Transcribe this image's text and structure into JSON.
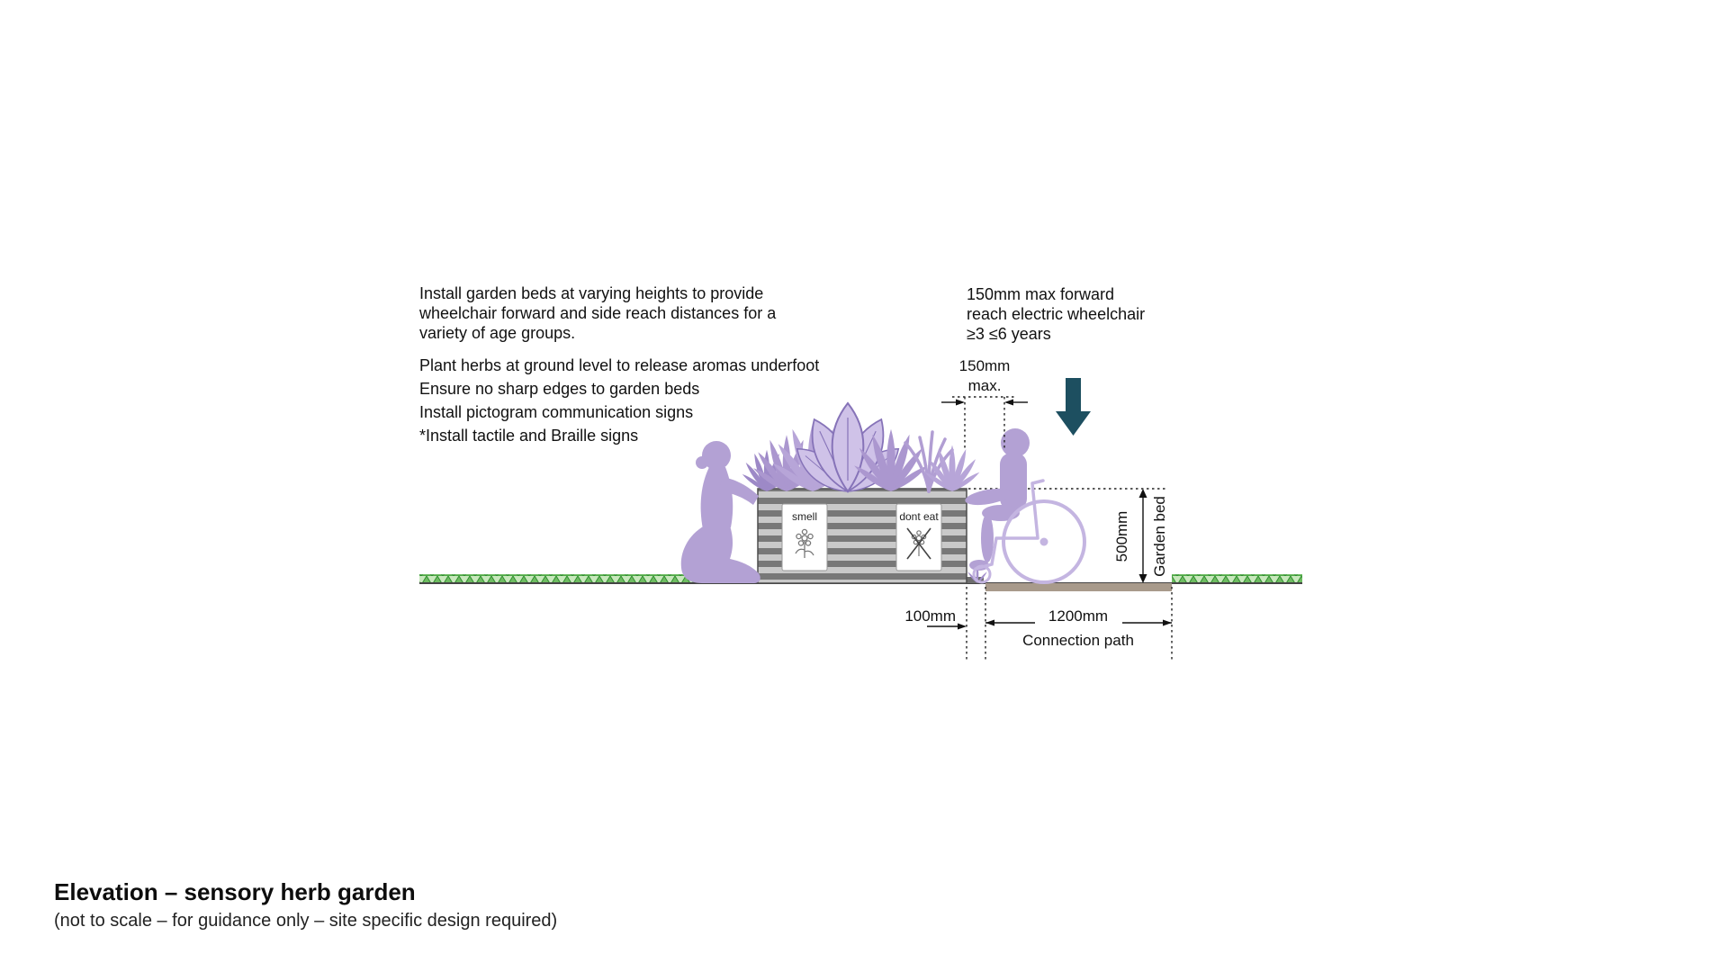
{
  "diagram": {
    "notes_paragraph": [
      "Install garden beds at varying heights to provide",
      "wheelchair forward and side reach distances for a",
      "variety of age groups."
    ],
    "notes": [
      "Plant herbs at ground level to release aromas underfoot",
      "Ensure no sharp edges to garden beds",
      "Install pictogram communication signs",
      "*Install tactile and Braille signs"
    ],
    "reach_note": [
      "150mm max forward",
      "reach electric wheelchair",
      "≥3 ≤6 years"
    ],
    "dim_reach": [
      "150mm",
      "max."
    ],
    "dim_height": "500mm",
    "bed_label": "Garden bed",
    "dim_gap": "100mm",
    "dim_path": "1200mm",
    "path_label": "Connection path",
    "signs": {
      "smell": "smell",
      "dont_eat": "dont eat"
    }
  },
  "footer": {
    "title": "Elevation – sensory herb garden",
    "subtitle": "(not to scale – for guidance only – site specific design required)"
  },
  "colors": {
    "figure": "#b3a1d4",
    "wheelchair": "#c4b5e1",
    "arrow": "#1d4f60",
    "plant": "#ab97cf",
    "plant_light": "#cfc2e8",
    "grass_green": "#6fbc62",
    "path_tan": "#a89a8b"
  }
}
